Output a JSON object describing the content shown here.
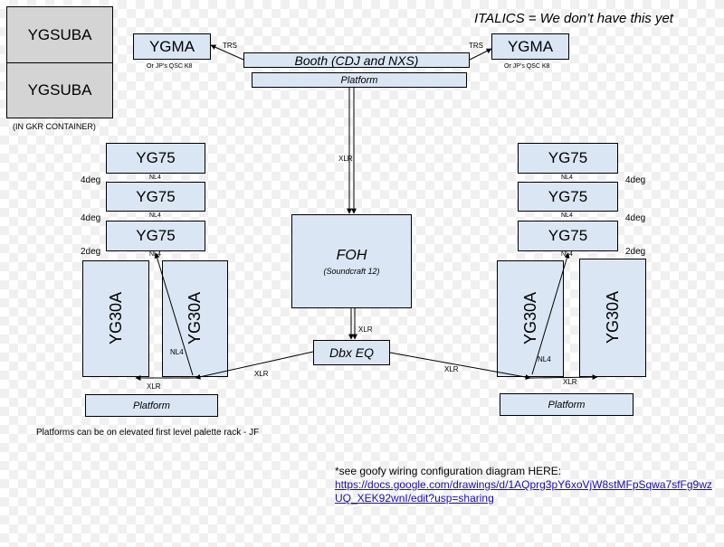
{
  "legend": "ITALICS = We don’t have this yet",
  "subs": {
    "top": "YGSUBA",
    "bottom": "YGSUBA",
    "caption": "(IN GKR CONTAINER)"
  },
  "booth": {
    "label": "Booth (CDJ and NXS)",
    "platform": "Platform"
  },
  "ygma_left": {
    "label": "YGMA",
    "caption": "Or JP’s QSC K8",
    "cable": "TRS"
  },
  "ygma_right": {
    "label": "YGMA",
    "caption": "Or JP’s QSC K8",
    "cable": "TRS"
  },
  "booth_to_foh_cable": "XLR",
  "foh": {
    "title": "FOH",
    "subtitle": "(Soundcraft 12)"
  },
  "foh_to_eq_cable": "XLR",
  "eq": {
    "label": "Dbx EQ"
  },
  "left_stack": {
    "tops": [
      "YG75",
      "YG75",
      "YG75"
    ],
    "links": [
      "NL4",
      "NL4",
      "NL4"
    ],
    "angles": [
      "4deg",
      "4deg",
      "2deg"
    ],
    "subs": [
      "YG30A",
      "YG30A"
    ],
    "sub_link": "NL4",
    "platform": "Platform",
    "xlr_short": "XLR",
    "xlr_long": "XLR"
  },
  "right_stack": {
    "tops": [
      "YG75",
      "YG75",
      "YG75"
    ],
    "links": [
      "NL4",
      "NL4",
      "NL4"
    ],
    "angles": [
      "4deg",
      "4deg",
      "2deg"
    ],
    "subs": [
      "YG30A",
      "YG30A"
    ],
    "sub_link": "NL4",
    "platform": "Platform",
    "xlr_short": "XLR",
    "xlr_long": "XLR"
  },
  "platform_note": "Platforms can be on elevated first level palette rack - JF",
  "wiring_note": {
    "intro": "*see goofy wiring configuration diagram HERE:",
    "link_line1": "https://docs.google.com/drawings/d/1AQprg3pY6xoVjW8stMFpSqwa7sfFg9wz",
    "link_line2": "UQ_XEK92wnI/edit?usp=sharing"
  }
}
